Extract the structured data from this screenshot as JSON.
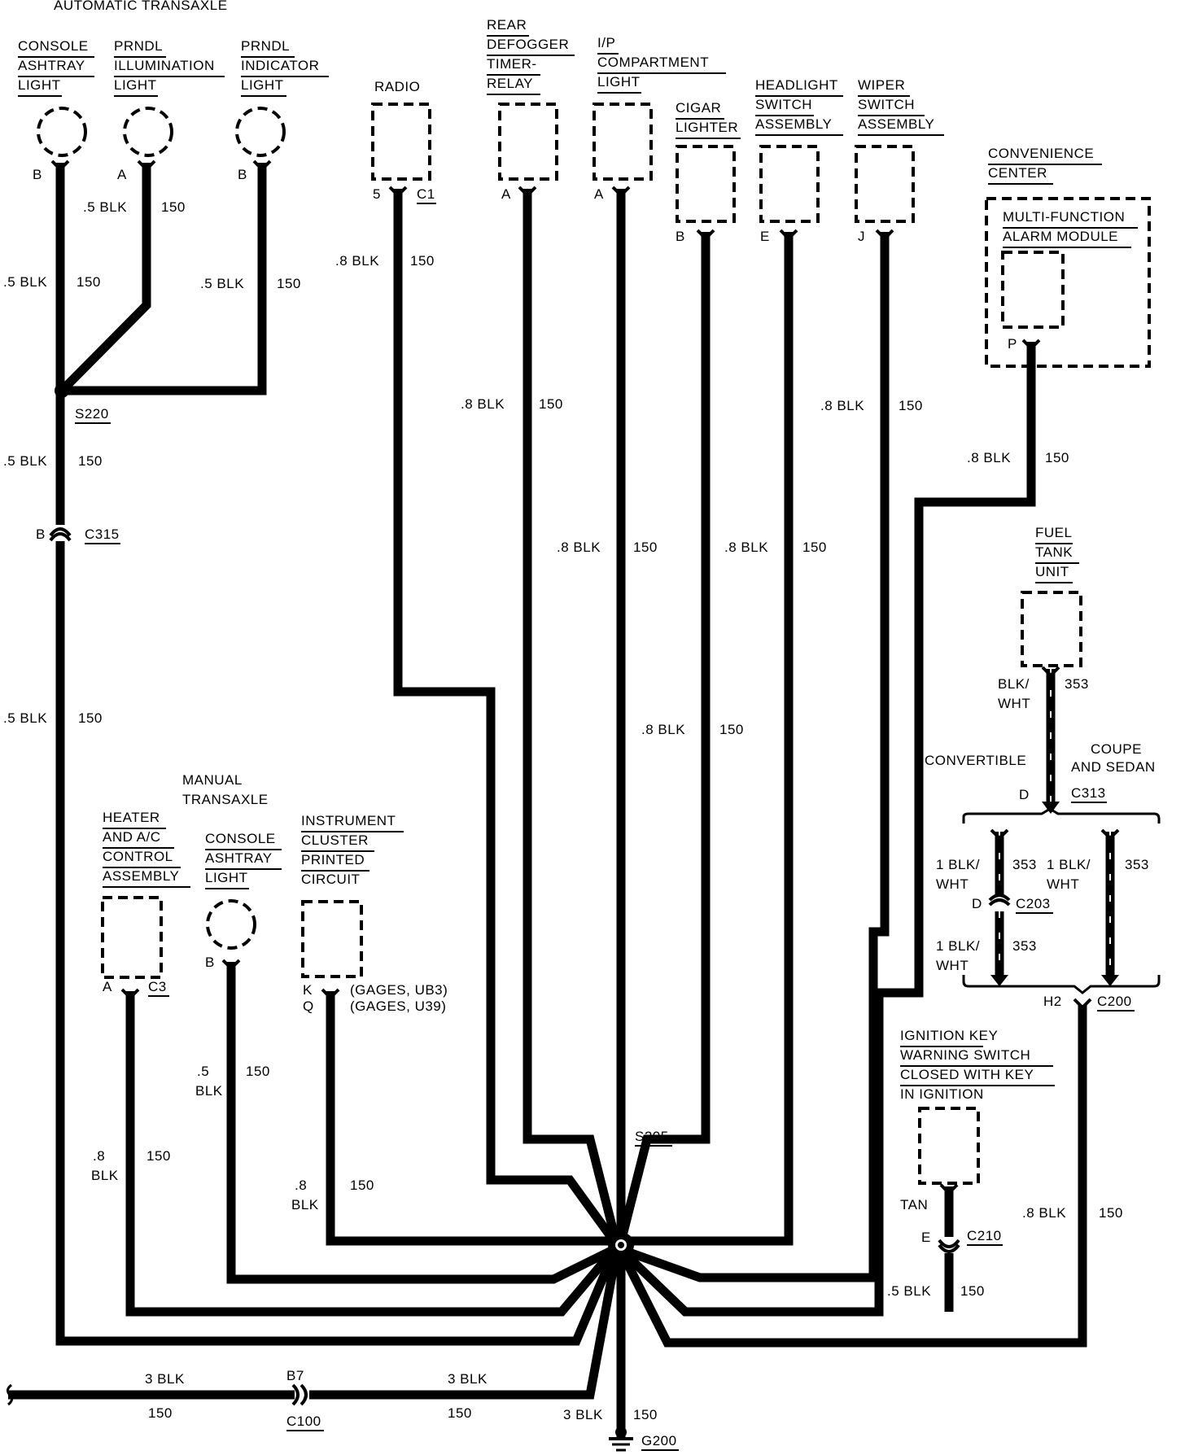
{
  "header": "AUTOMATIC TRANSAXLE",
  "components": {
    "console_ashtray_top": [
      "CONSOLE",
      "ASHTRAY",
      "LIGHT"
    ],
    "prndl_illum": [
      "PRNDL",
      "ILLUMINATION",
      "LIGHT"
    ],
    "prndl_ind": [
      "PRNDL",
      "INDICATOR",
      "LIGHT"
    ],
    "radio": "RADIO",
    "rear_defogger": [
      "REAR",
      "DEFOGGER",
      "TIMER-",
      "RELAY"
    ],
    "ip_comp": [
      "I/P",
      "COMPARTMENT",
      "LIGHT"
    ],
    "cigar": [
      "CIGAR",
      "LIGHTER"
    ],
    "headlight": [
      "HEADLIGHT",
      "SWITCH",
      "ASSEMBLY"
    ],
    "wiper": [
      "WIPER",
      "SWITCH",
      "ASSEMBLY"
    ],
    "convenience": [
      "CONVENIENCE",
      "CENTER"
    ],
    "multifunction": [
      "MULTI-FUNCTION",
      "ALARM MODULE"
    ],
    "fuel_tank": [
      "FUEL",
      "TANK",
      "UNIT"
    ],
    "manual": [
      "MANUAL",
      "TRANSAXLE"
    ],
    "heater": [
      "HEATER",
      "AND A/C",
      "CONTROL",
      "ASSEMBLY"
    ],
    "console_ashtray_bottom": [
      "CONSOLE",
      "ASHTRAY",
      "LIGHT"
    ],
    "instrument": [
      "INSTRUMENT",
      "CLUSTER",
      "PRINTED",
      "CIRCUIT"
    ],
    "ignition": [
      "IGNITION KEY",
      "WARNING SWITCH",
      "CLOSED WITH KEY",
      "IN  IGNITION"
    ]
  },
  "pins": {
    "console_top": "B",
    "prndl_illum": "A",
    "prndl_ind": "B",
    "radio_pin": "5",
    "radio_conn": "C1",
    "rear_defogger": "A",
    "ip_comp": "A",
    "cigar": "B",
    "headlight": "E",
    "wiper": "J",
    "multifunction": "P",
    "heater_pin": "A",
    "heater_conn": "C3",
    "console_bottom": "B",
    "instr_k": "K",
    "instr_q": "Q",
    "instr_k_note": "(GAGES, UB3)",
    "instr_q_note": "(GAGES, U39)",
    "c315_pin": "B",
    "c313_pin": "D",
    "c203_pin": "D",
    "c200_pin": "H2",
    "c210_pin": "E",
    "c100_pin": "B7"
  },
  "connectors": {
    "s220": "S220",
    "c315": "C315",
    "s205": "S205",
    "c313": "C313",
    "c203": "C203",
    "c200": "C200",
    "c210": "C210",
    "c100": "C100",
    "g200": "G200"
  },
  "wires": {
    "blk5": ".5 BLK",
    "blk8": ".8 BLK",
    "blk8_split": [
      ".8",
      "BLK"
    ],
    "blk5_split": [
      ".5",
      "BLK"
    ],
    "blk3": "3 BLK",
    "c150": "150",
    "blkwht": [
      "BLK/",
      "WHT"
    ],
    "blkwht_1": [
      "1 BLK/",
      "WHT"
    ],
    "c353": "353",
    "tan": "TAN"
  },
  "notes": {
    "convertible": "CONVERTIBLE",
    "coupe_sedan": [
      "COUPE",
      "AND SEDAN"
    ]
  }
}
